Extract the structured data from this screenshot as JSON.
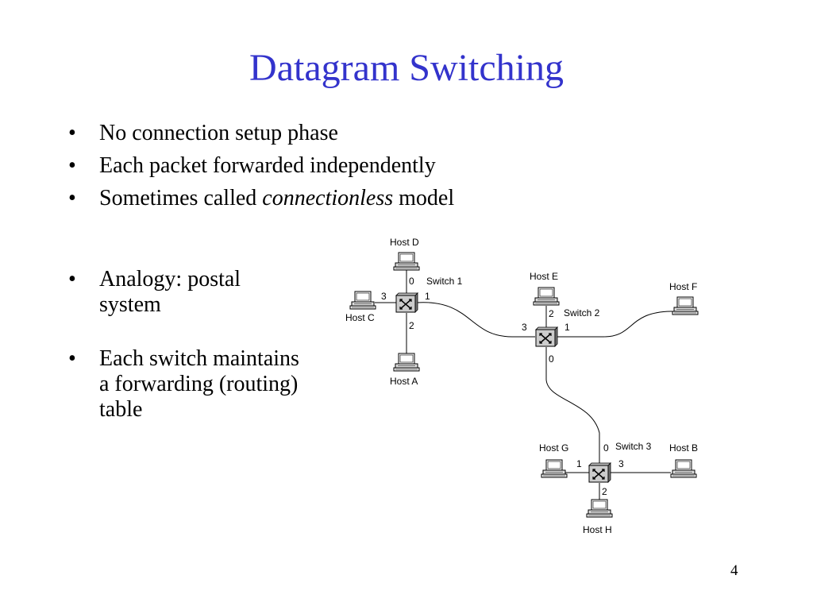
{
  "slide": {
    "title": "Datagram Switching",
    "bullets": [
      "No connection setup phase",
      "Each packet forwarded independently"
    ],
    "bullet3": {
      "prefix": "Sometimes called ",
      "emphasis": "connectionless",
      "suffix": " model"
    },
    "bullets2": [
      "Analogy: postal system",
      "Each switch maintains a forwarding (routing) table"
    ],
    "page_number": "4"
  },
  "diagram": {
    "switches": [
      {
        "label": "Switch 1",
        "ports": [
          "0",
          "1",
          "2",
          "3"
        ]
      },
      {
        "label": "Switch 2",
        "ports": [
          "0",
          "1",
          "2",
          "3"
        ]
      },
      {
        "label": "Switch 3",
        "ports": [
          "0",
          "1",
          "2",
          "3"
        ]
      }
    ],
    "hosts": {
      "A": "Host A",
      "B": "Host B",
      "C": "Host C",
      "D": "Host D",
      "E": "Host E",
      "F": "Host F",
      "G": "Host G",
      "H": "Host H"
    },
    "icons": {
      "switch": "switch-icon",
      "host": "computer-icon"
    },
    "colors": {
      "title": "#3333cc",
      "line": "#000000"
    }
  }
}
